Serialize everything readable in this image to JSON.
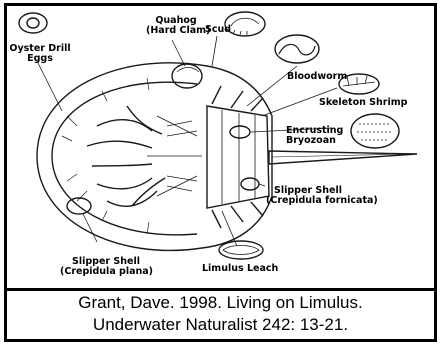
{
  "labels": {
    "oyster_drill": [
      "Oyster Drill",
      "Eggs"
    ],
    "quahog": [
      "Quahog",
      "(Hard Clam)"
    ],
    "scud": "Scud",
    "bloodworm": "Bloodworm",
    "skeleton_shrimp": "Skeleton Shrimp",
    "bryozoan": [
      "Encrusting",
      "Bryozoan"
    ],
    "slipper_fornicata": [
      "Slipper Shell",
      "(Crepidula fornicata)"
    ],
    "slipper_plana": [
      "Slipper Shell",
      "(Crepidula plana)"
    ],
    "limulus_leach": "Limulus Leach"
  },
  "caption": {
    "line1": "Grant, Dave.  1998.  Living on Limulus.",
    "line2": "Underwater Naturalist 242: 13-21."
  },
  "colors": {
    "border": "#000000",
    "background": "#ffffff",
    "ink": "#1a1a1a"
  }
}
